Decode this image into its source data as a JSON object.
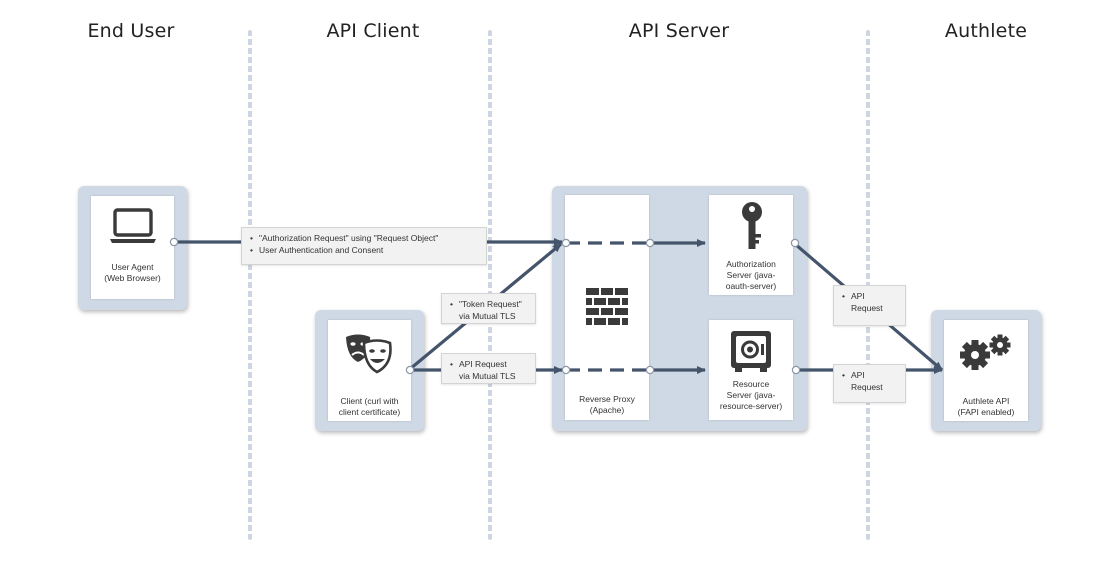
{
  "lanes": {
    "end_user": "End User",
    "api_client": "API Client",
    "api_server": "API Server",
    "authlete": "Authlete"
  },
  "nodes": {
    "user_agent": "User Agent\n(Web Browser)",
    "client": "Client  (curl with\nclient certificate)",
    "reverse_proxy": "Reverse  Proxy\n(Apache)",
    "authorization_server": "Authorization\nServer  (java-\noauth-server)",
    "resource_server": "Resource\nServer  (java-\nresource-server)",
    "authlete_api": "Authlete  API\n(FAPI enabled)"
  },
  "notes": {
    "authz_request_1": "\"Authorization  Request\"  using  \"Request Object\"",
    "authz_request_2": "User Authentication  and Consent",
    "token_request": "\"Token Request\"\nvia Mutual TLS",
    "api_request_mtls": "API Request\nvia Mutual TLS",
    "api_request_authz": "API\nRequest",
    "api_request_resource": "API\nRequest"
  },
  "icons": {
    "user_agent": "laptop-icon",
    "client": "theater-masks-icon",
    "reverse_proxy": "firewall-brick-icon",
    "authorization_server": "key-icon",
    "resource_server": "safe-icon",
    "authlete_api": "gears-icon"
  },
  "colors": {
    "panel": "#cfd9e6",
    "connector": "#44546a",
    "divider": "#cdd6e2"
  }
}
